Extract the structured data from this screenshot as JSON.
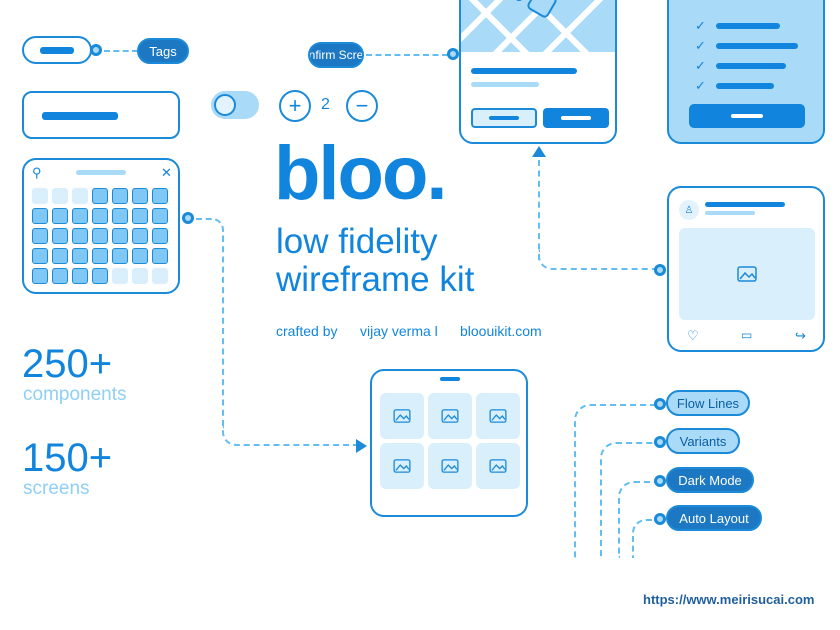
{
  "hero": {
    "logo": "bloo.",
    "line1": "low fidelity",
    "line2": "wireframe kit",
    "credit_prefix": "crafted by",
    "credit_author": "vijay verma l",
    "credit_site": "bloouikit.com"
  },
  "stats": [
    {
      "number": "250+",
      "label": "components"
    },
    {
      "number": "150+",
      "label": "screens"
    }
  ],
  "tags_label": "Tags",
  "confirm_label": "nfirm Scre",
  "stepper_value": "2",
  "flow_tags": [
    "Flow Lines",
    "Variants",
    "Dark Mode",
    "Auto Layout"
  ],
  "watermark": "https://www.meirisucai.com",
  "colors": {
    "primary": "#1185dd",
    "light": "#a9daf8",
    "pale": "#e3f3fd"
  }
}
